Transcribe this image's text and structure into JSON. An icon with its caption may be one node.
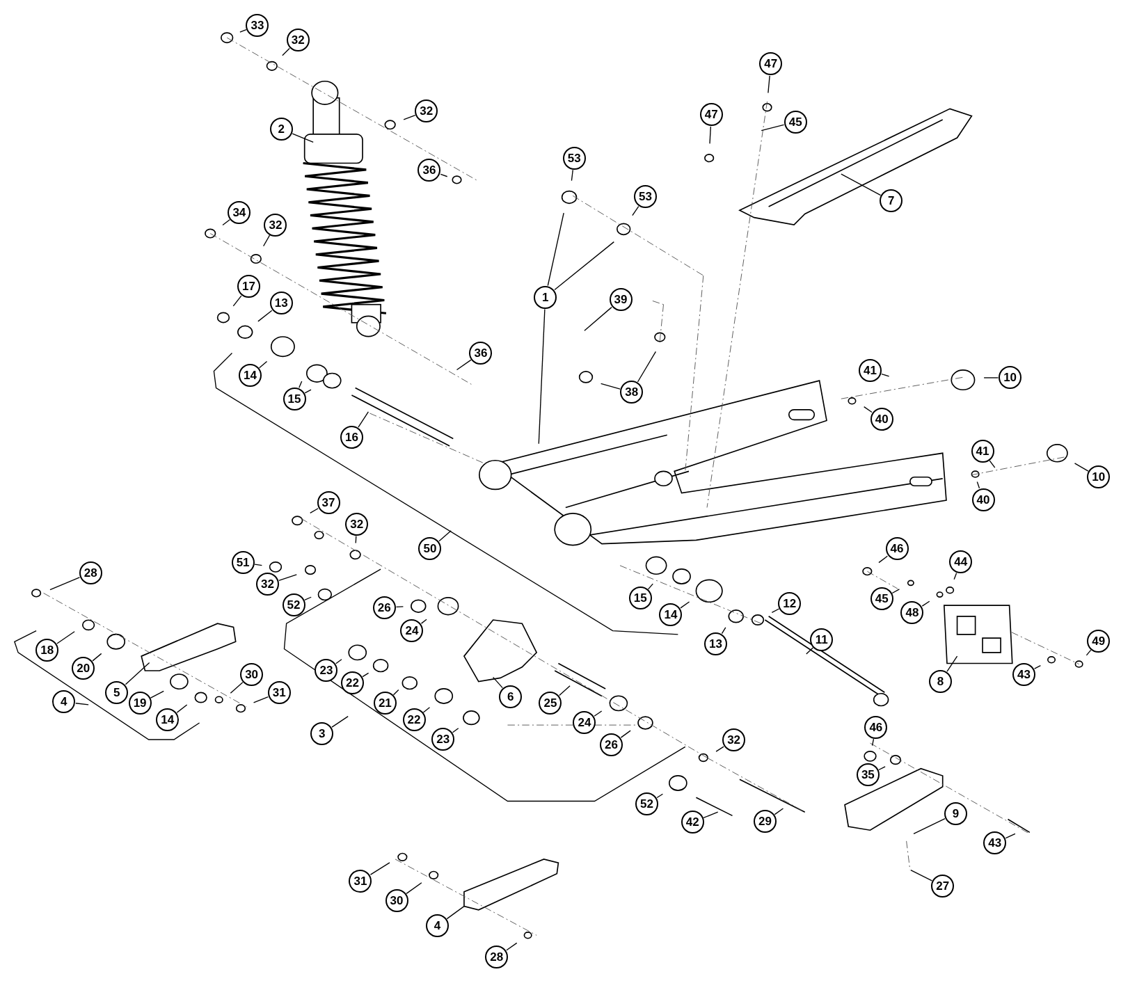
{
  "diagram": {
    "nodes": [
      {
        "text": [
          "33"
        ]
      },
      {
        "text": [
          "32"
        ]
      },
      {
        "text": [
          "32"
        ]
      },
      {
        "text": [
          "2"
        ]
      },
      {
        "text": [
          "36"
        ]
      },
      {
        "text": [
          "34"
        ]
      },
      {
        "text": [
          "32"
        ]
      },
      {
        "text": [
          "17"
        ]
      },
      {
        "text": [
          "13"
        ]
      },
      {
        "text": [
          "14"
        ]
      },
      {
        "text": [
          "15"
        ]
      },
      {
        "text": [
          "16"
        ]
      },
      {
        "text": [
          "36"
        ]
      },
      {
        "text": [
          "53"
        ]
      },
      {
        "text": [
          "53"
        ]
      },
      {
        "text": [
          "1"
        ]
      },
      {
        "text": [
          "39"
        ]
      },
      {
        "text": [
          "38"
        ]
      },
      {
        "text": [
          "47"
        ]
      },
      {
        "text": [
          "47"
        ]
      },
      {
        "text": [
          "45"
        ]
      },
      {
        "text": [
          "7"
        ]
      },
      {
        "text": [
          "41"
        ]
      },
      {
        "text": [
          "10"
        ]
      },
      {
        "text": [
          "40"
        ]
      },
      {
        "text": [
          "41"
        ]
      },
      {
        "text": [
          "10"
        ]
      },
      {
        "text": [
          "40"
        ]
      },
      {
        "text": [
          "46"
        ]
      },
      {
        "text": [
          "44"
        ]
      },
      {
        "text": [
          "45"
        ]
      },
      {
        "text": [
          "48"
        ]
      },
      {
        "text": [
          "49"
        ]
      },
      {
        "text": [
          "8"
        ]
      },
      {
        "text": [
          "43"
        ]
      },
      {
        "text": [
          "50"
        ]
      },
      {
        "text": [
          "37"
        ]
      },
      {
        "text": [
          "32"
        ]
      },
      {
        "text": [
          "51"
        ]
      },
      {
        "text": [
          "32"
        ]
      },
      {
        "text": [
          "52"
        ]
      },
      {
        "text": [
          "26"
        ]
      },
      {
        "text": [
          "24"
        ]
      },
      {
        "text": [
          "15"
        ]
      },
      {
        "text": [
          "14"
        ]
      },
      {
        "text": [
          "13"
        ]
      },
      {
        "text": [
          "12"
        ]
      },
      {
        "text": [
          "11"
        ]
      },
      {
        "text": [
          "28"
        ]
      },
      {
        "text": [
          "18"
        ]
      },
      {
        "text": [
          "20"
        ]
      },
      {
        "text": [
          "5"
        ]
      },
      {
        "text": [
          "19"
        ]
      },
      {
        "text": [
          "14"
        ]
      },
      {
        "text": [
          "30"
        ]
      },
      {
        "text": [
          "31"
        ]
      },
      {
        "text": [
          "4"
        ]
      },
      {
        "text": [
          "23"
        ]
      },
      {
        "text": [
          "22"
        ]
      },
      {
        "text": [
          "21"
        ]
      },
      {
        "text": [
          "22"
        ]
      },
      {
        "text": [
          "23"
        ]
      },
      {
        "text": [
          "6"
        ]
      },
      {
        "text": [
          "25"
        ]
      },
      {
        "text": [
          "24"
        ]
      },
      {
        "text": [
          "26"
        ]
      },
      {
        "text": [
          "3"
        ]
      },
      {
        "text": [
          "32"
        ]
      },
      {
        "text": [
          "46"
        ]
      },
      {
        "text": [
          "35"
        ]
      },
      {
        "text": [
          "9"
        ]
      },
      {
        "text": [
          "52"
        ]
      },
      {
        "text": [
          "42"
        ]
      },
      {
        "text": [
          "29"
        ]
      },
      {
        "text": [
          "43"
        ]
      },
      {
        "text": [
          "27"
        ]
      },
      {
        "text": [
          "31"
        ]
      },
      {
        "text": [
          "30"
        ]
      },
      {
        "text": [
          "4"
        ]
      },
      {
        "text": [
          "28"
        ]
      }
    ],
    "edges": [
      {
        "from": 0,
        "to": null,
        "arrow": "none"
      },
      {
        "from": 1,
        "to": null,
        "arrow": "none"
      },
      {
        "from": 2,
        "to": null,
        "arrow": "none"
      },
      {
        "from": 3,
        "to": null,
        "arrow": "none"
      },
      {
        "from": 4,
        "to": null,
        "arrow": "none"
      },
      {
        "from": 5,
        "to": null,
        "arrow": "none"
      },
      {
        "from": 6,
        "to": null,
        "arrow": "none"
      },
      {
        "from": 7,
        "to": null,
        "arrow": "none"
      },
      {
        "from": 8,
        "to": null,
        "arrow": "none"
      },
      {
        "from": 9,
        "to": null,
        "arrow": "none"
      },
      {
        "from": 10,
        "to": null,
        "arrow": "none"
      },
      {
        "from": 10,
        "to": null,
        "arrow": "none"
      },
      {
        "from": 11,
        "to": null,
        "arrow": "none"
      },
      {
        "from": 12,
        "to": null,
        "arrow": "none"
      },
      {
        "from": 13,
        "to": null,
        "arrow": "none"
      },
      {
        "from": 14,
        "to": null,
        "arrow": "none"
      },
      {
        "from": 15,
        "to": null,
        "arrow": "none"
      },
      {
        "from": 15,
        "to": null,
        "arrow": "none"
      },
      {
        "from": 15,
        "to": null,
        "arrow": "none"
      },
      {
        "from": 16,
        "to": null,
        "arrow": "none"
      },
      {
        "from": 17,
        "to": null,
        "arrow": "none"
      },
      {
        "from": 17,
        "to": null,
        "arrow": "none"
      },
      {
        "from": 18,
        "to": null,
        "arrow": "none"
      },
      {
        "from": 19,
        "to": null,
        "arrow": "none"
      },
      {
        "from": 20,
        "to": null,
        "arrow": "none"
      },
      {
        "from": 21,
        "to": null,
        "arrow": "none"
      },
      {
        "from": 22,
        "to": null,
        "arrow": "none"
      },
      {
        "from": 23,
        "to": null,
        "arrow": "none"
      },
      {
        "from": 24,
        "to": null,
        "arrow": "none"
      },
      {
        "from": 25,
        "to": null,
        "arrow": "none"
      },
      {
        "from": 26,
        "to": null,
        "arrow": "none"
      },
      {
        "from": 27,
        "to": null,
        "arrow": "none"
      },
      {
        "from": 28,
        "to": null,
        "arrow": "none"
      },
      {
        "from": 29,
        "to": null,
        "arrow": "none"
      },
      {
        "from": 30,
        "to": null,
        "arrow": "none"
      },
      {
        "from": 31,
        "to": null,
        "arrow": "none"
      },
      {
        "from": 32,
        "to": null,
        "arrow": "none"
      },
      {
        "from": 33,
        "to": null,
        "arrow": "none"
      },
      {
        "from": 34,
        "to": null,
        "arrow": "none"
      },
      {
        "from": 35,
        "to": null,
        "arrow": "none"
      },
      {
        "from": 36,
        "to": null,
        "arrow": "none"
      },
      {
        "from": 37,
        "to": null,
        "arrow": "none"
      },
      {
        "from": 38,
        "to": null,
        "arrow": "none"
      },
      {
        "from": 39,
        "to": null,
        "arrow": "none"
      },
      {
        "from": 40,
        "to": null,
        "arrow": "none"
      },
      {
        "from": 41,
        "to": null,
        "arrow": "none"
      },
      {
        "from": 42,
        "to": null,
        "arrow": "none"
      },
      {
        "from": 43,
        "to": null,
        "arrow": "none"
      },
      {
        "from": 44,
        "to": null,
        "arrow": "none"
      },
      {
        "from": 45,
        "to": null,
        "arrow": "none"
      },
      {
        "from": 46,
        "to": null,
        "arrow": "none"
      },
      {
        "from": 47,
        "to": null,
        "arrow": "none"
      },
      {
        "from": 48,
        "to": null,
        "arrow": "none"
      },
      {
        "from": 49,
        "to": null,
        "arrow": "none"
      },
      {
        "from": 50,
        "to": null,
        "arrow": "none"
      },
      {
        "from": 51,
        "to": null,
        "arrow": "none"
      },
      {
        "from": 52,
        "to": null,
        "arrow": "none"
      },
      {
        "from": 53,
        "to": null,
        "arrow": "none"
      },
      {
        "from": 54,
        "to": null,
        "arrow": "none"
      },
      {
        "from": 55,
        "to": null,
        "arrow": "none"
      },
      {
        "from": 56,
        "to": null,
        "arrow": "none"
      },
      {
        "from": 57,
        "to": null,
        "arrow": "none"
      },
      {
        "from": 58,
        "to": null,
        "arrow": "none"
      },
      {
        "from": 59,
        "to": null,
        "arrow": "none"
      },
      {
        "from": 60,
        "to": null,
        "arrow": "none"
      },
      {
        "from": 61,
        "to": null,
        "arrow": "none"
      },
      {
        "from": 62,
        "to": null,
        "arrow": "none"
      },
      {
        "from": 63,
        "to": null,
        "arrow": "none"
      },
      {
        "from": 64,
        "to": null,
        "arrow": "none"
      },
      {
        "from": 65,
        "to": null,
        "arrow": "none"
      },
      {
        "from": 66,
        "to": null,
        "arrow": "none"
      },
      {
        "from": 67,
        "to": null,
        "arrow": "none"
      },
      {
        "from": 68,
        "to": null,
        "arrow": "none"
      },
      {
        "from": 69,
        "to": null,
        "arrow": "none"
      },
      {
        "from": 70,
        "to": null,
        "arrow": "none"
      },
      {
        "from": 71,
        "to": null,
        "arrow": "none"
      },
      {
        "from": 72,
        "to": null,
        "arrow": "none"
      },
      {
        "from": 73,
        "to": null,
        "arrow": "none"
      },
      {
        "from": 74,
        "to": null,
        "arrow": "none"
      },
      {
        "from": 75,
        "to": null,
        "arrow": "none"
      },
      {
        "from": 76,
        "to": null,
        "arrow": "none"
      },
      {
        "from": 77,
        "to": null,
        "arrow": "none"
      },
      {
        "from": 78,
        "to": null,
        "arrow": "none"
      },
      {
        "from": 79,
        "to": null,
        "arrow": "none"
      }
    ]
  }
}
